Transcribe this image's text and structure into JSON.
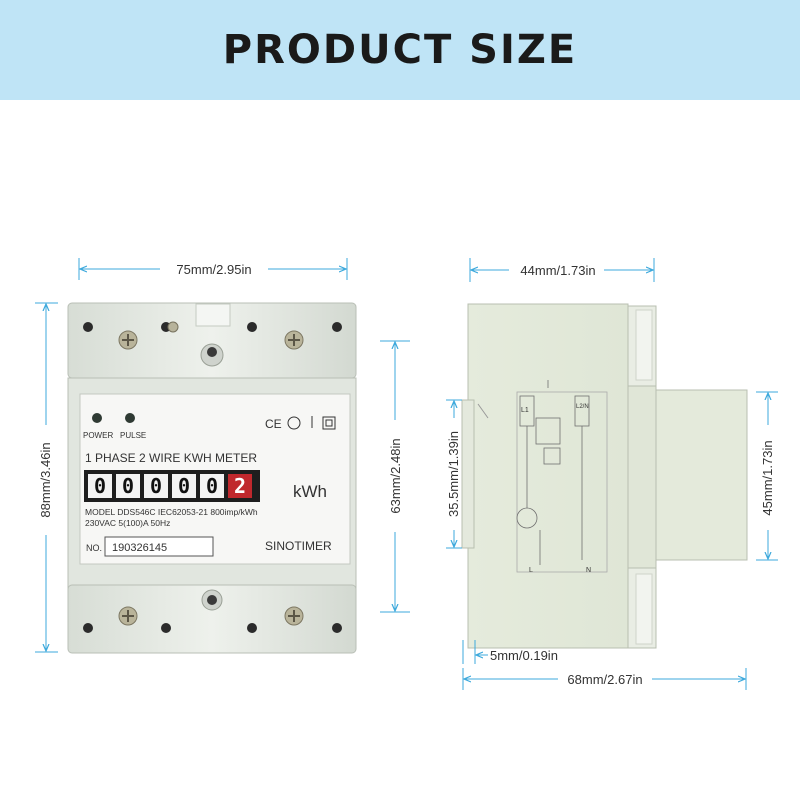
{
  "header": {
    "title": "PRODUCT SIZE"
  },
  "colors": {
    "banner": "#bfe4f6",
    "dimension_line": "#3da9dc",
    "housing": "#e6ebe4",
    "register_digit_highlight": "#c0282d"
  },
  "front_view": {
    "width_label": "75mm/2.95in",
    "height_label": "88mm/3.46in",
    "panel_height_label": "63mm/2.48in"
  },
  "side_view": {
    "width_label": "44mm/1.73in",
    "depth_label": "68mm/2.67in",
    "rail_label": "5mm/0.19in",
    "left_height_label": "35.5mm/1.39in",
    "right_height_label": "45mm/1.73in"
  },
  "meter": {
    "power_label": "POWER",
    "pulse_label": "PULSE",
    "cert_marks": "CE",
    "title": "1 PHASE 2 WIRE KWH METER",
    "register_digits": [
      "0",
      "0",
      "0",
      "0",
      "0",
      "2"
    ],
    "unit": "kWh",
    "model_line": "MODEL DDS546C IEC62053-21 800imp/kWh",
    "rating_line": "230VAC  5(100)A  50Hz",
    "no_label": "NO.",
    "serial": "190326145",
    "brand": "SINOTIMER"
  },
  "wiring": {
    "terminal_l1": "L1",
    "terminal_l2n": "L2/N",
    "bottom_l": "L",
    "bottom_n": "N"
  }
}
